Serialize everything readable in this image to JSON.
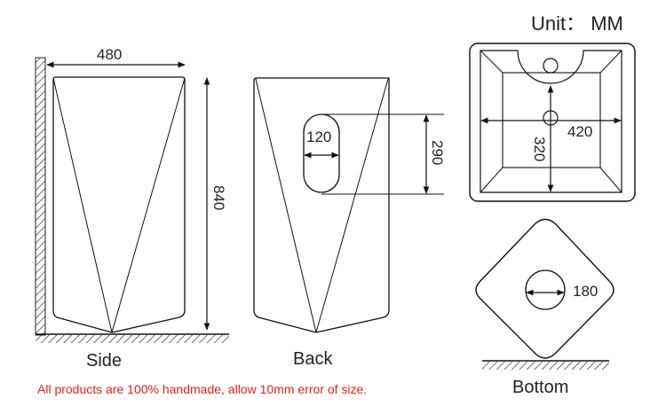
{
  "unit_label": "Unit： MM",
  "views": {
    "side": {
      "caption": "Side",
      "width_dim": "480",
      "height_dim": "840"
    },
    "back": {
      "caption": "Back",
      "hole_width_dim": "120",
      "hole_height_dim": "290"
    },
    "top": {
      "width_dim": "420",
      "depth_dim": "320"
    },
    "bottom": {
      "caption": "Bottom",
      "hole_dim": "180"
    }
  },
  "note": "All products are 100% handmade, allow 10mm error of size.",
  "colors": {
    "line": "#111111",
    "note": "#e8201c",
    "text": "#222222"
  }
}
